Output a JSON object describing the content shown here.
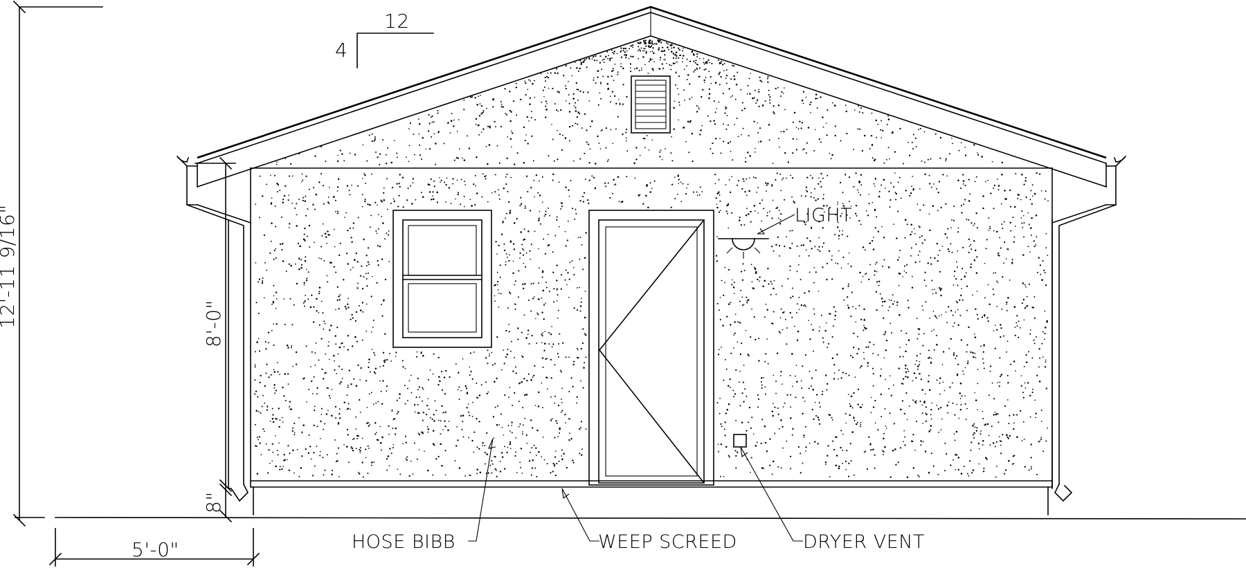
{
  "pitch": {
    "rise": "4",
    "run": "12"
  },
  "dimensions": {
    "overall_height": "12'-11 9/16\"",
    "wall_height": "8'-0\"",
    "base_height": "8\"",
    "overhang_width": "5'-0\""
  },
  "callouts": {
    "light": "LIGHT",
    "hose_bibb": "HOSE BIBB",
    "weep_screed": "WEEP SCREED",
    "dryer_vent": "DRYER VENT"
  }
}
